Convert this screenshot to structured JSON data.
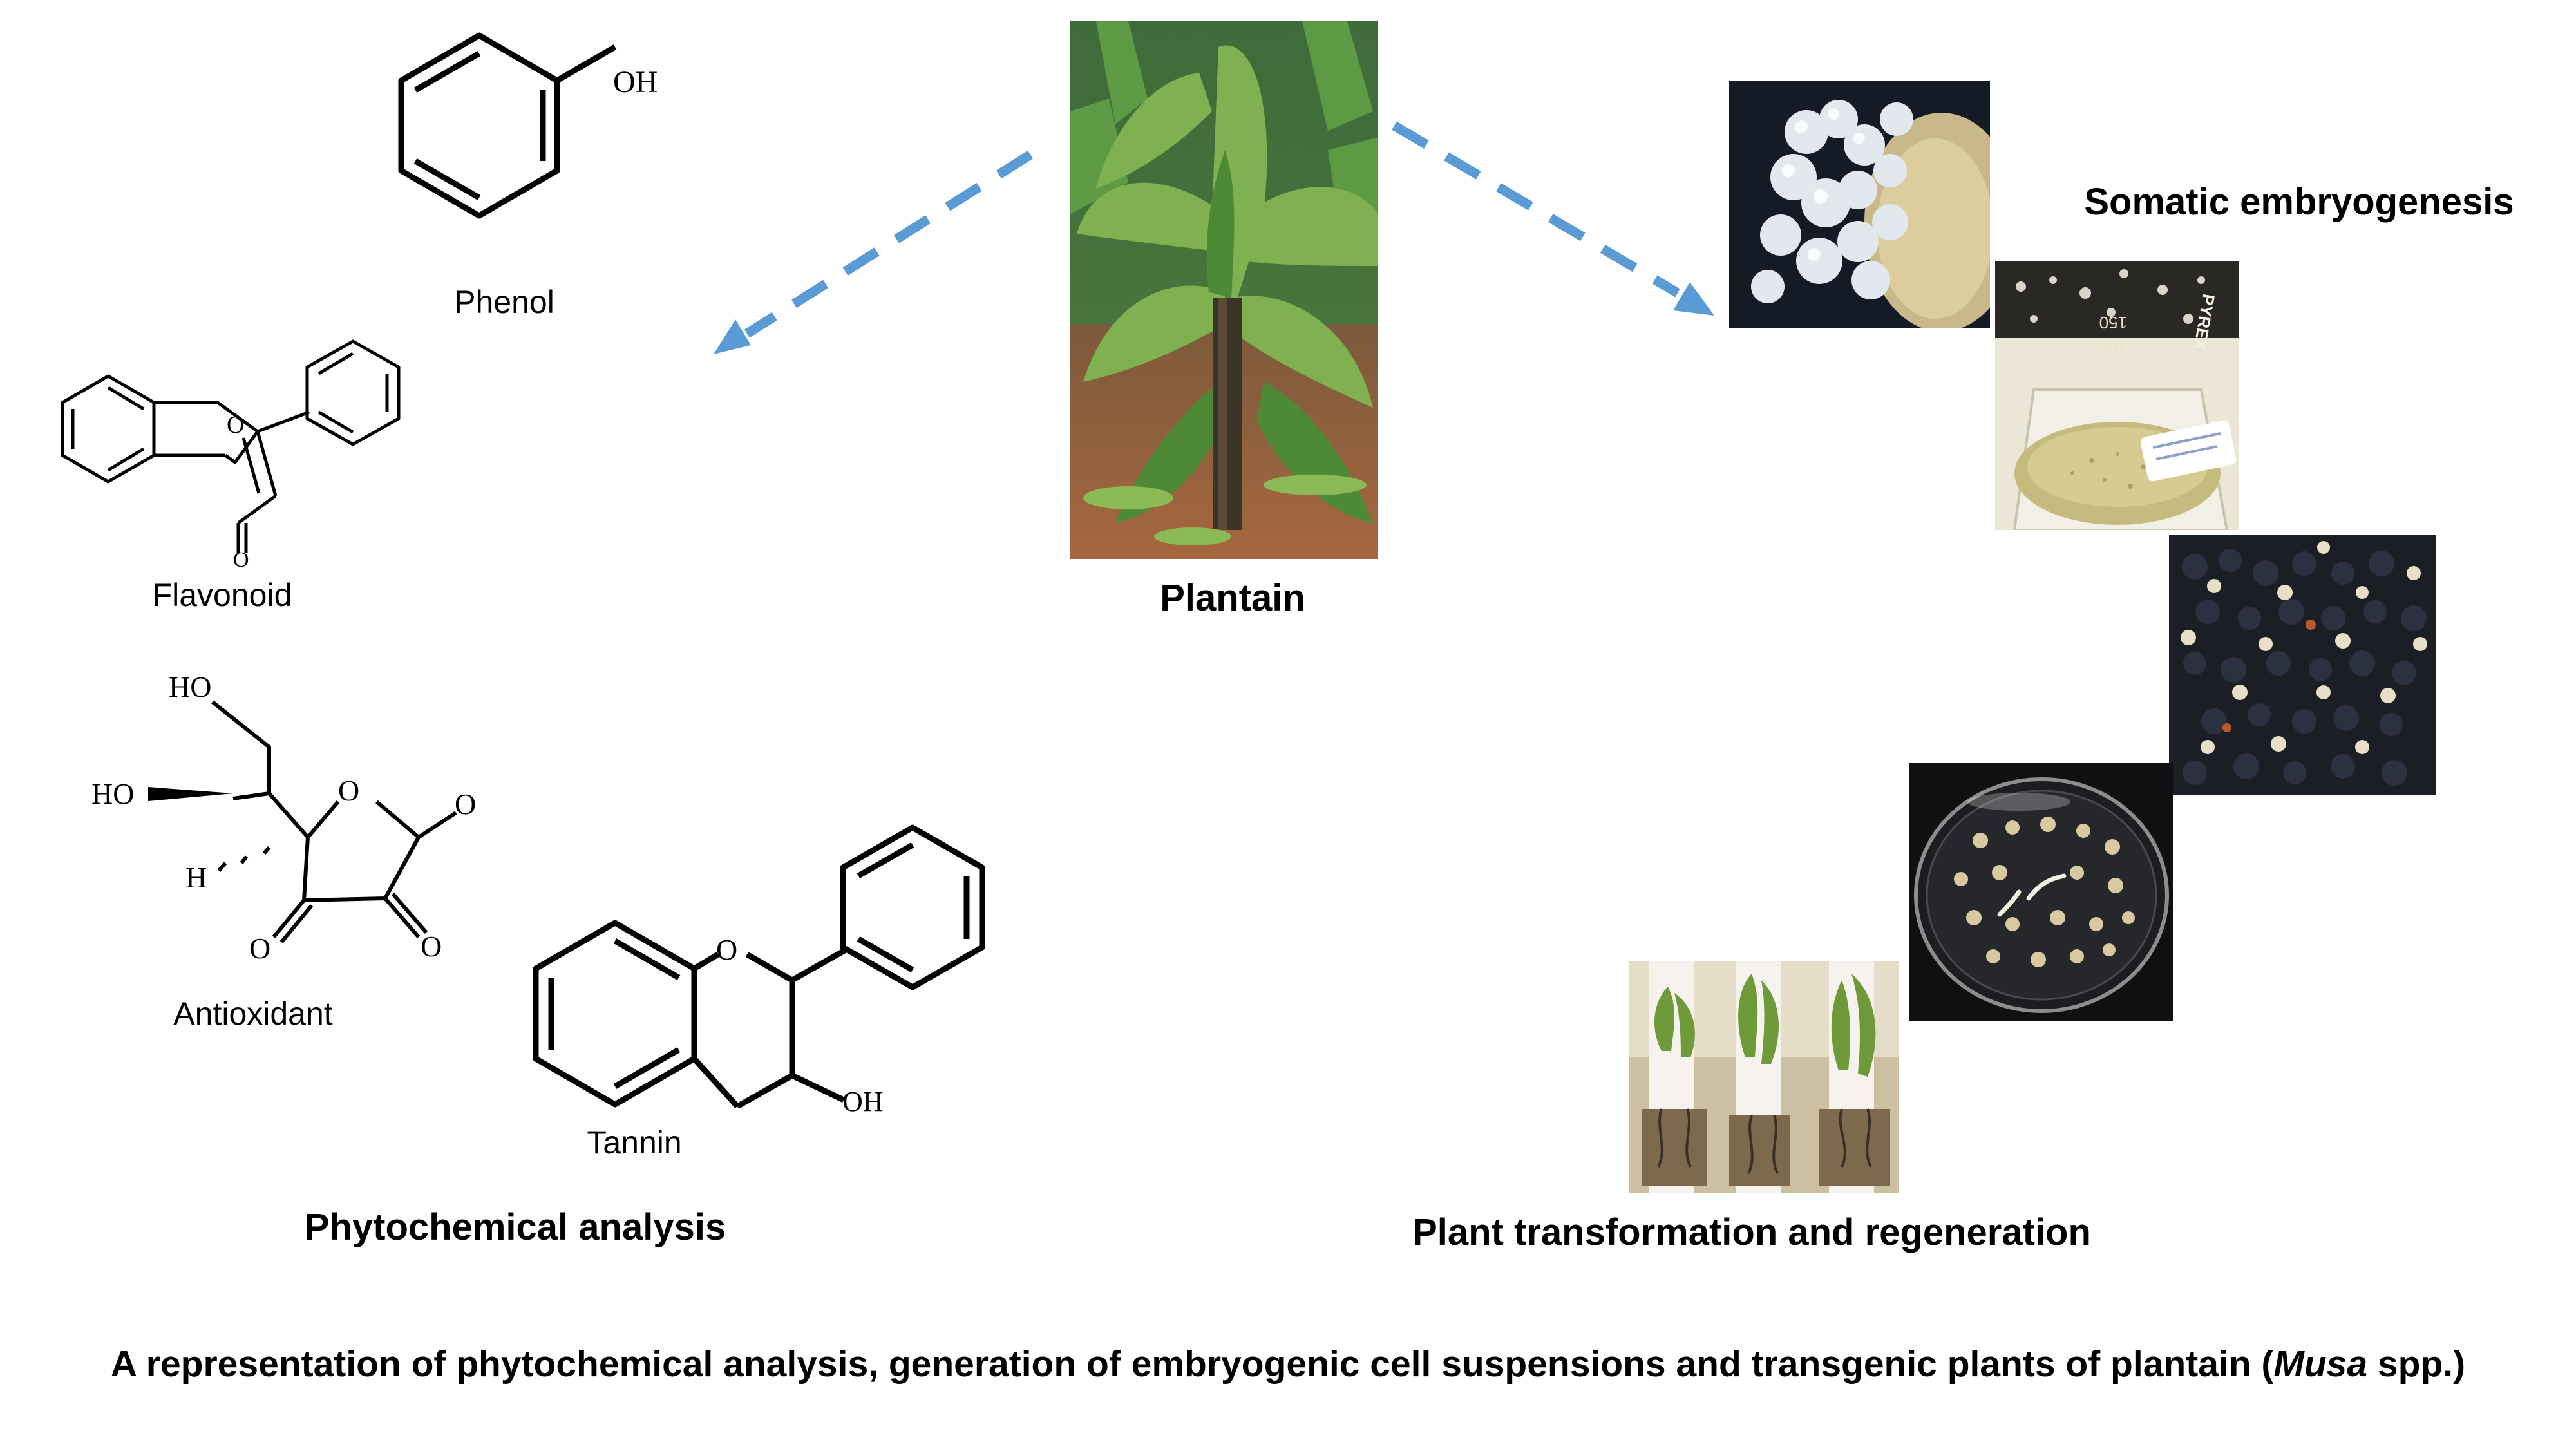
{
  "molecules": {
    "phenol": {
      "name": "Phenol",
      "substituent": "OH"
    },
    "flavonoid": {
      "name": "Flavonoid",
      "ring_oxygen": "O",
      "carbonyl_oxygen": "O"
    },
    "antioxidant": {
      "name": "Antioxidant",
      "ho_top": "HO",
      "ho_left": "HO",
      "hydrogen": "H",
      "ring_oxygen": "O",
      "carbonyl_1": "O",
      "carbonyl_2": "O",
      "carbonyl_3": "O"
    },
    "tannin": {
      "name": "Tannin",
      "ring_oxygen": "O",
      "hydroxyl": "OH"
    }
  },
  "sections": {
    "phytochemical": "Phytochemical analysis",
    "plantain": "Plantain",
    "somatic": "Somatic embryogenesis",
    "transformation": "Plant transformation and regeneration"
  },
  "caption": {
    "before": "A representation of phytochemical analysis, generation of embryogenic cell suspensions and transgenic plants of  plantain (",
    "italic": "Musa",
    "after": " spp.)"
  },
  "flask_marks": {
    "upper": "150",
    "lower": "100",
    "brand": "PYREX"
  },
  "colors": {
    "arrow": "#5b9bd5",
    "text": "#000000",
    "background": "#ffffff"
  }
}
